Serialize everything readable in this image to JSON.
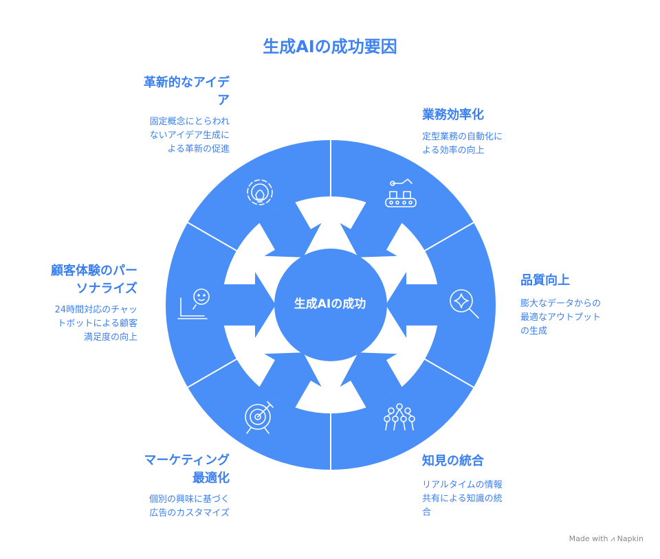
{
  "title": "生成AIの成功要因",
  "center": "生成AIの成功",
  "colors": {
    "primary": "#4A8EF8",
    "text": "#3A7FEF",
    "white": "#ffffff"
  },
  "factors": [
    {
      "title_line1": "革新的なアイデ",
      "title_line2": "ア",
      "desc_line1": "固定概念にとらわれ",
      "desc_line2": "ないアイデア生成に",
      "desc_line3": "よる革新の促進",
      "icon": "lightbulb-gear-icon"
    },
    {
      "title_line1": "業務効率化",
      "desc_line1": "定型業務の自動化に",
      "desc_line2": "よる効率の向上",
      "icon": "robot-conveyor-icon"
    },
    {
      "title_line1": "品質向上",
      "desc_line1": "膨大なデータからの",
      "desc_line2": "最適なアウトプット",
      "desc_line3": "の生成",
      "icon": "magnifier-sparkle-icon"
    },
    {
      "title_line1": "知見の統合",
      "desc_line1": "リアルタイムの情報",
      "desc_line2": "共有による知識の統",
      "desc_line3": "合",
      "icon": "network-people-icon"
    },
    {
      "title_line1": "マーケティング",
      "title_line2": "最適化",
      "desc_line1": "個別の興味に基づく",
      "desc_line2": "広告のカスタマイズ",
      "icon": "target-icon"
    },
    {
      "title_line1": "顧客体験のパー",
      "title_line2": "ソナライズ",
      "desc_line1": "24時間対応のチャッ",
      "desc_line2": "トボットによる顧客",
      "desc_line3": "満足度の向上",
      "icon": "laptop-chat-icon"
    }
  ],
  "footer": "Made with ⩘ Napkin"
}
